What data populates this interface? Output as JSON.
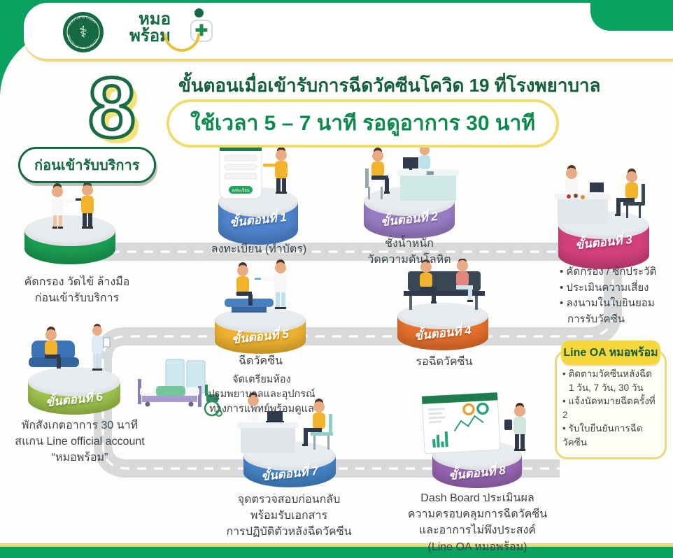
{
  "page": {
    "bg_green": "#0ba261",
    "dark_green": "#156a43",
    "accent_yellow": "#ead97b",
    "road_gray": "#d7d9da"
  },
  "header": {
    "moph_seal": {
      "ring_text_top": "กระทรวงสาธารณสุข",
      "ring_text_bottom": "MINISTRY OF PUBLIC HEALTH",
      "symbol": "⚕"
    },
    "morprom": {
      "line1": "หมอ",
      "line2": "พร้อม",
      "cross": "✚"
    }
  },
  "title": {
    "number": "8",
    "heading": "ขั้นตอนเมื่อเข้ารับการฉีดวัคซีนโควิด 19 ที่โรงพยาบาล",
    "subtitle": "ใช้เวลา 5 – 7 นาที รอดูอาการ 30 นาที"
  },
  "pre_service": {
    "badge": "ก่อนเข้ารับบริการ",
    "color": "#1a9d52",
    "caption": [
      "คัดกรอง วัดไข้ ล้างมือ",
      "ก่อนเข้ารับบริการ"
    ]
  },
  "phone": {
    "header": "ลงทะเบียน",
    "button": "ลงทะเบียน"
  },
  "steps": [
    {
      "label": "ขั้นตอนที่ 1",
      "color": "#4f83cc",
      "caption": [
        "ลงทะเบียน (ทำบัตร)"
      ]
    },
    {
      "label": "ขั้นตอนที่ 2",
      "color": "#9a7cc4",
      "caption": [
        "ชั่งน้ำหนัก",
        "วัดความดันโลหิต"
      ]
    },
    {
      "label": "ขั้นตอนที่ 3",
      "color": "#d2407e",
      "bullets": [
        [
          "คัดกรอง / ซักประวัติ"
        ],
        [
          "ประเมินความเสี่ยง"
        ],
        [
          "ลงนามในใบยินยอม",
          "การรับวัคซีน"
        ]
      ]
    },
    {
      "label": "ขั้นตอนที่ 4",
      "color": "#e56f2c",
      "caption": [
        "รอฉีดวัคซีน"
      ]
    },
    {
      "label": "ขั้นตอนที่ 5",
      "color": "#eeb22f",
      "caption": [
        "ฉีดวัคซีน"
      ]
    },
    {
      "label": "ขั้นตอนที่ 6",
      "color": "#9dc24d",
      "caption": [
        "พักสังเกตอาการ 30 นาที",
        "สแกน Line official account",
        "“หมอพร้อม”"
      ]
    },
    {
      "label": "ขั้นตอนที่ 7",
      "color": "#4484c6",
      "caption": [
        "จุดตรวจสอบก่อนกลับ",
        "พร้อมรับเอกสาร",
        "การปฏิบัติตัวหลังฉีดวัคซีน"
      ]
    },
    {
      "label": "ขั้นตอนที่ 8",
      "color": "#9766b2",
      "caption": [
        "Dash Board ประเมินผล",
        "ความครอบคลุมการฉีดวัคซีน",
        "และอาการไม่พึงประสงค์",
        "(Line OA หมอพร้อม)"
      ]
    }
  ],
  "prep_note": [
    "จัดเตรียมห้อง",
    "ปฐมพยาบาลและอุปกรณ์",
    "ทางการแพทย์พร้อมดูแล"
  ],
  "line_oa": {
    "title": "Line OA หมอพร้อม",
    "bullets": [
      [
        "ติดตามวัคซีนหลังฉีด",
        "1 วัน, 7 วัน, 30 วัน"
      ],
      [
        "แจ้งนัดหมายฉีดครั้งที่ 2"
      ],
      [
        "รับใบยืนยันการฉีดวัคซีน"
      ]
    ]
  }
}
